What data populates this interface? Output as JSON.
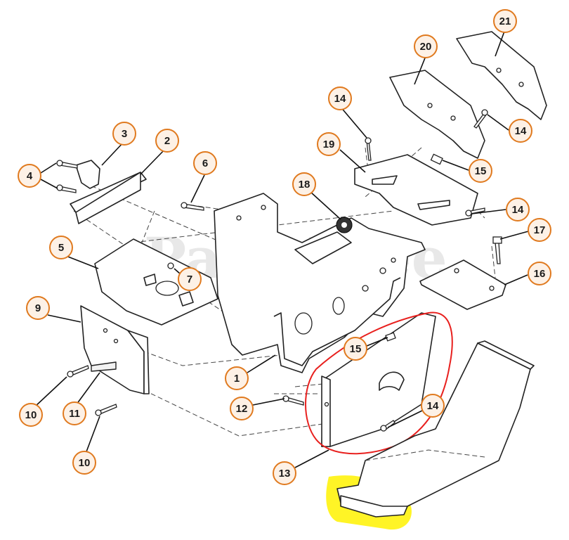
{
  "watermark": "PartsTree",
  "colors": {
    "callout_border": "#e07a1f",
    "callout_fill": "#fdf1e6",
    "highlight_circle": "#e8201e",
    "highlight_marker": "#fff200"
  },
  "callouts": [
    "1",
    "2",
    "3",
    "4",
    "5",
    "6",
    "7",
    "9",
    "10",
    "10",
    "11",
    "12",
    "13",
    "14",
    "14",
    "14",
    "14",
    "15",
    "15",
    "16",
    "17",
    "18",
    "19",
    "20",
    "21"
  ]
}
